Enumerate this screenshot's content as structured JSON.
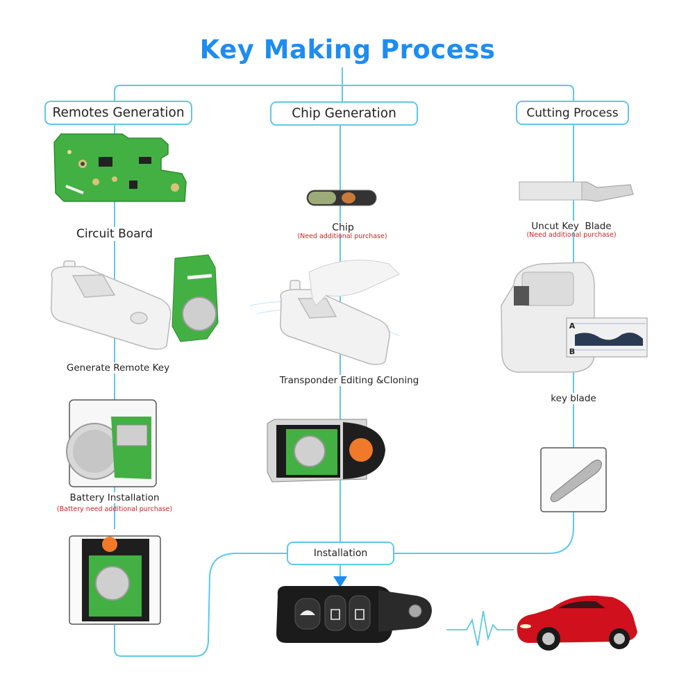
{
  "title": "Key Making Process",
  "columns": {
    "remotes": {
      "header": "Remotes Generation",
      "step1": "Circuit Board",
      "step2": "Generate Remote Key",
      "step3": "Battery Installation",
      "step3_note": "(Battery need additional purchase)"
    },
    "chip": {
      "header": "Chip Generation",
      "step1": "Chip",
      "step1_note": "(Need additional purchase)",
      "step2": "Transponder Editing &Cloning"
    },
    "cutting": {
      "header": "Cutting Process",
      "step1": "Uncut Key  Blade",
      "step1_note": "(Need additional purchase)",
      "step2": "key blade",
      "chart_labels": {
        "a": "A",
        "b": "B"
      }
    }
  },
  "final": {
    "label": "Installation"
  },
  "colors": {
    "title": "#1e8cf0",
    "line": "#5cc8e8",
    "note": "#d32020",
    "car": "#d0101c",
    "pcb": "#43b043"
  }
}
